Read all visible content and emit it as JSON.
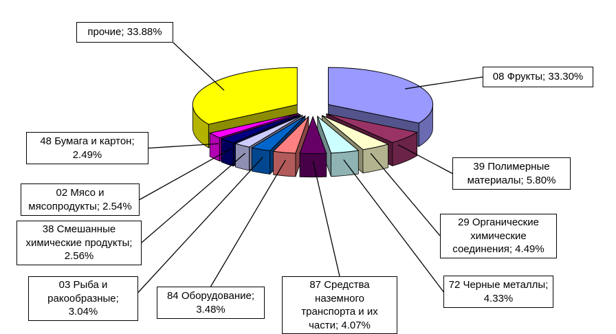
{
  "chart_data": {
    "type": "pie",
    "style": "3d-exploded",
    "title": "",
    "unit": "%",
    "legend_position": "none",
    "background": "#FFFFFF",
    "label_box": {
      "fill": "#FFFFFF",
      "border": "#000000"
    },
    "slices": [
      {
        "label": "08 Фрукты",
        "value": 33.3,
        "display": "08 Фрукты; 33.30%",
        "color": "#9999FF"
      },
      {
        "label": "39 Полимерные материалы",
        "value": 5.8,
        "display": "39 Полимерные материалы; 5.80%",
        "color": "#993366"
      },
      {
        "label": "29 Органические химические соединения",
        "value": 4.49,
        "display": "29 Органические химические соединения; 4.49%",
        "color": "#FFFFCC"
      },
      {
        "label": "72 Черные металлы",
        "value": 4.33,
        "display": "72 Черные металлы; 4.33%",
        "color": "#CCFFFF"
      },
      {
        "label": "87 Средства наземного транспорта и их части",
        "value": 4.07,
        "display": "87 Средства наземного транспорта и их части; 4.07%",
        "color": "#660066"
      },
      {
        "label": "84 Оборудование",
        "value": 3.48,
        "display": "84 Оборудование; 3.48%",
        "color": "#FF8080"
      },
      {
        "label": "03 Рыба и ракообразные",
        "value": 3.04,
        "display": "03 Рыба и ракообразные; 3.04%",
        "color": "#0066CC"
      },
      {
        "label": "38 Смешанные химические продукты",
        "value": 2.56,
        "display": "38 Смешанные химические продукты; 2.56%",
        "color": "#CCCCFF"
      },
      {
        "label": "02 Мясо и мясопродукты",
        "value": 2.54,
        "display": "02 Мясо и мясопродукты; 2.54%",
        "color": "#000080"
      },
      {
        "label": "48 Бумага и картон",
        "value": 2.49,
        "display": "48 Бумага и картон; 2.49%",
        "color": "#FF00FF"
      },
      {
        "label": "прочие",
        "value": 33.88,
        "display": "прочие; 33.88%",
        "color": "#FFFF00"
      }
    ]
  }
}
